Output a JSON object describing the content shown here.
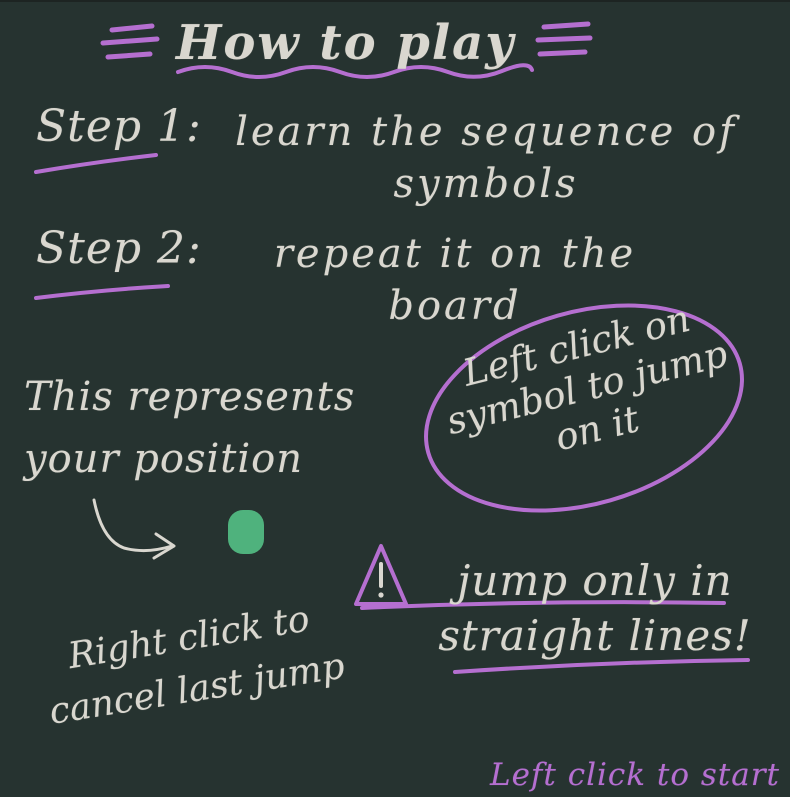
{
  "title": "How to play",
  "step1": {
    "label": "Step 1:",
    "text": "learn the sequence of symbols"
  },
  "step2": {
    "label": "Step 2:",
    "text": "repeat it on the board"
  },
  "position_hint": "This represents your position",
  "left_click_hint": "Left click on symbol to jump on it",
  "jump_hint": "jump only in straight lines!",
  "right_click_hint": "Right click to cancel last jump",
  "start_label": "Left click to start",
  "icons": {
    "warning": "warning-triangle-icon",
    "arrow": "curved-arrow-icon",
    "token": "player-token"
  },
  "colors": {
    "board": "#263330",
    "chalk": "#d9d7cf",
    "accent": "#b56fd0",
    "token": "#4fb27d"
  }
}
